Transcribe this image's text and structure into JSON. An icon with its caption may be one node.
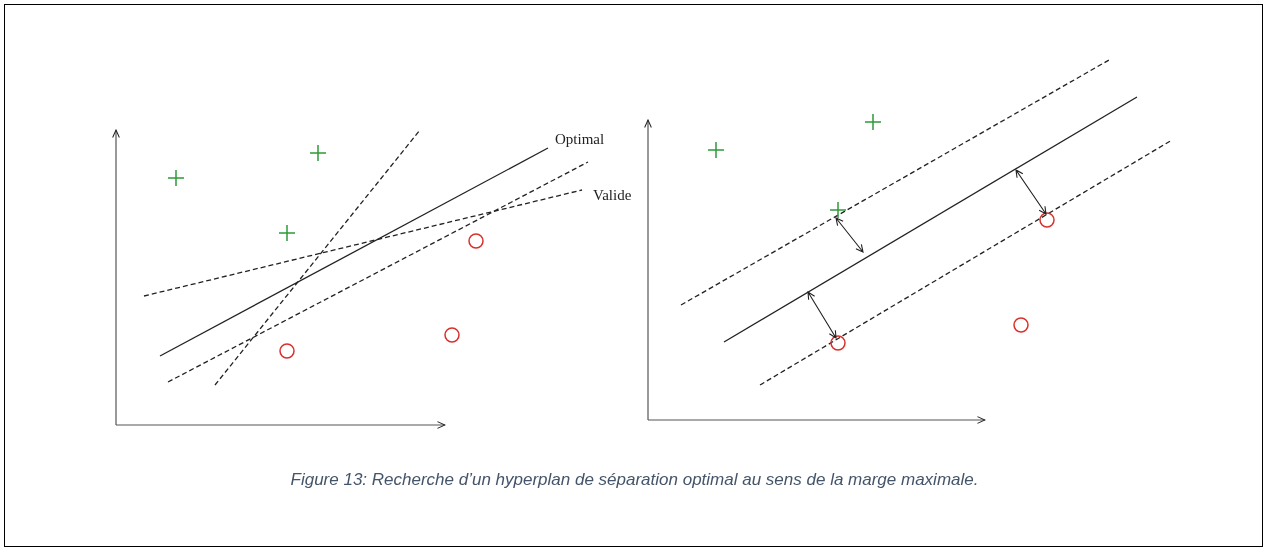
{
  "diagram": {
    "caption": "Figure 13:  Recherche d’un hyperplan de séparation optimal au sens de la marge maximale.",
    "labels": [
      "Optimal",
      "Valide"
    ]
  }
}
